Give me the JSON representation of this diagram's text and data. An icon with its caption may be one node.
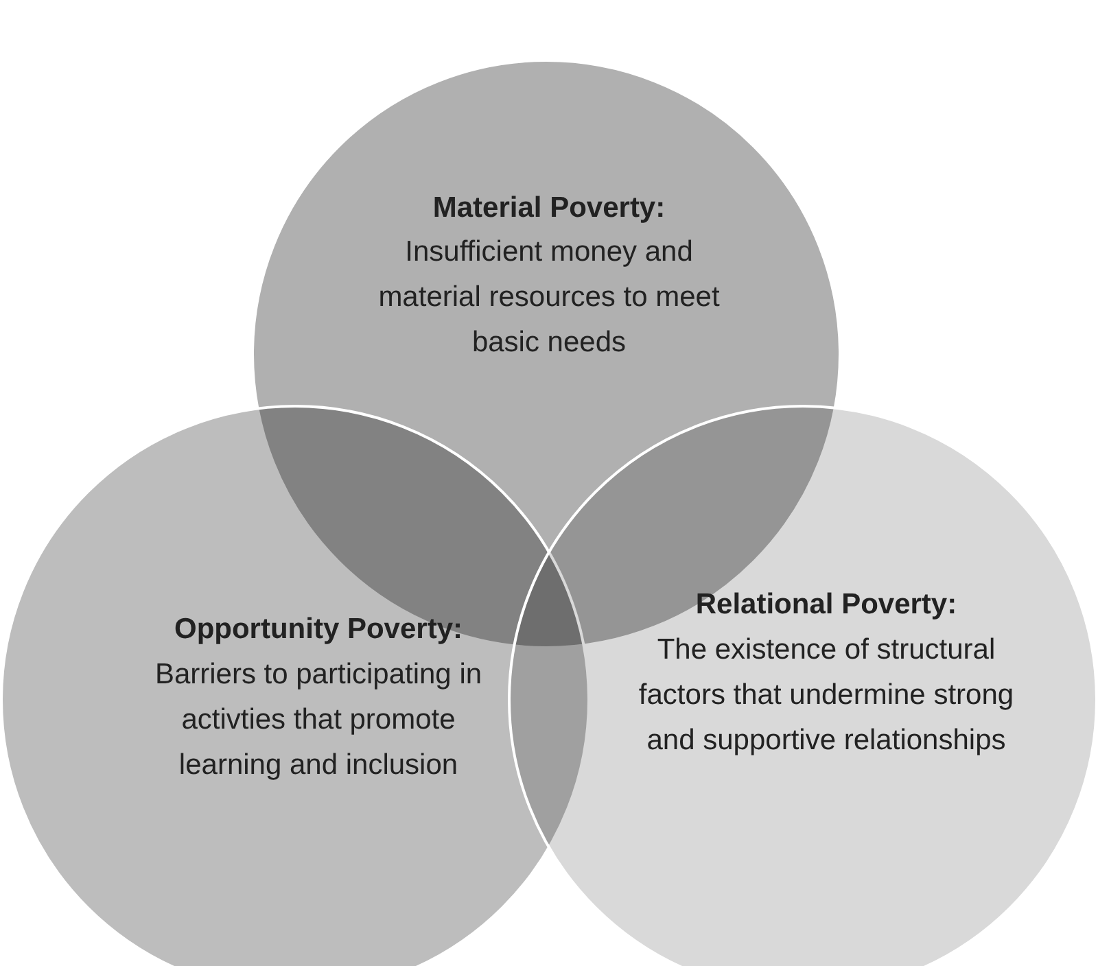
{
  "diagram": {
    "nodes": [
      {
        "text": [
          "Material Poverty:",
          "Insufficient money and material resources to meet basic needs"
        ]
      },
      {
        "text": [
          "Opportunity Poverty:",
          "Barriers to participating in activties that promote learning and inclusion"
        ]
      },
      {
        "text": [
          "Relational Poverty:",
          "The existence of structural factors that undermine strong and supportive relationships"
        ]
      }
    ]
  }
}
